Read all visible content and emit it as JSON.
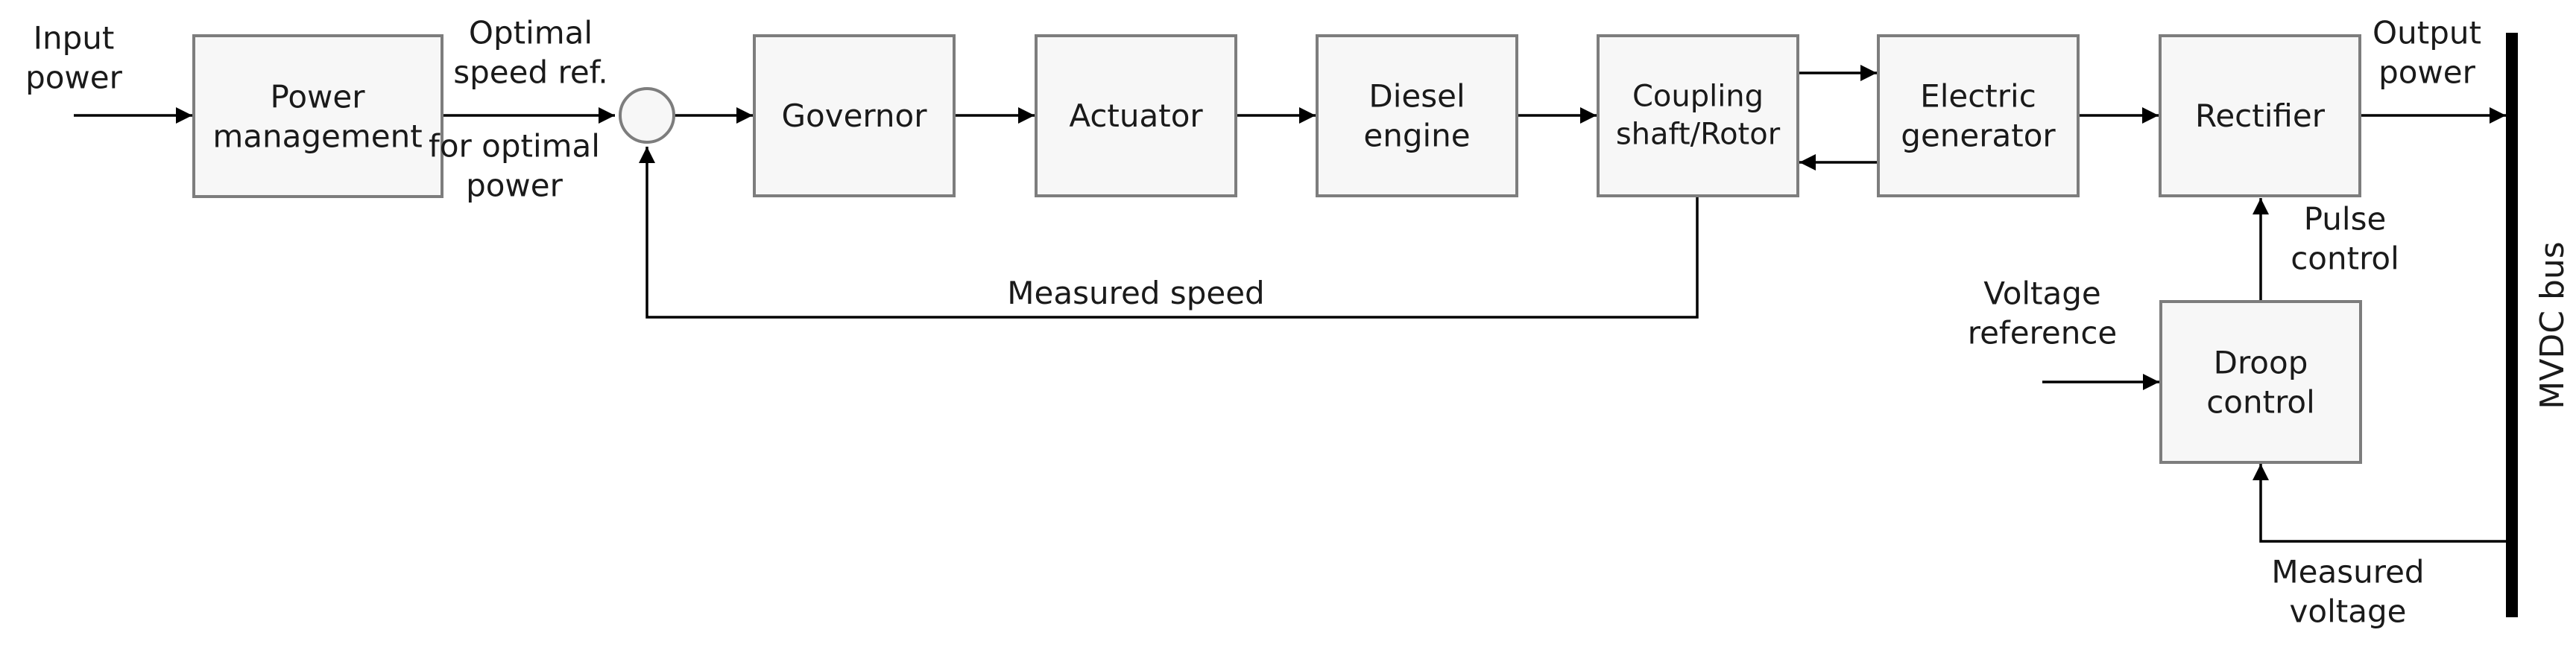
{
  "blocks": {
    "power_management": [
      "Power",
      "management"
    ],
    "governor": [
      "Governor"
    ],
    "actuator": [
      "Actuator"
    ],
    "diesel_engine": [
      "Diesel",
      "engine"
    ],
    "coupling_shaft": [
      "Coupling",
      "shaft/Rotor"
    ],
    "electric_generator": [
      "Electric",
      "generator"
    ],
    "rectifier": [
      "Rectifier"
    ],
    "droop_control": [
      "Droop",
      "control"
    ]
  },
  "labels": {
    "input_power": [
      "Input",
      "power"
    ],
    "optimal_speed_ref": [
      "Optimal",
      "speed ref."
    ],
    "for_optimal_power": [
      "for optimal",
      "power"
    ],
    "measured_speed": [
      "Measured speed"
    ],
    "output_power": [
      "Output",
      "power"
    ],
    "pulse_control": [
      "Pulse",
      "control"
    ],
    "voltage_reference": [
      "Voltage",
      "reference"
    ],
    "measured_voltage": [
      "Measured",
      "voltage"
    ],
    "mvdc_bus": [
      "MVDC bus"
    ]
  },
  "colors": {
    "block_fill": "#f7f7f7",
    "block_border": "#7d7d7d",
    "wire": "#000000",
    "text": "#1a1a1a",
    "bus": "#000000"
  }
}
